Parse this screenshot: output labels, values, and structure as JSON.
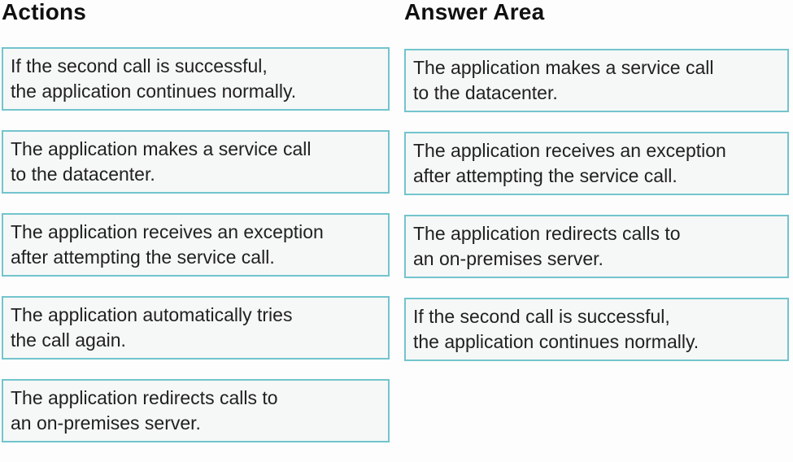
{
  "colors": {
    "box_border": "#73c4cd",
    "box_bg": "#f5f8f7",
    "text": "#212121",
    "heading": "#101010",
    "page_bg": "#fdfdfd"
  },
  "actions_column": {
    "title": "Actions",
    "items": [
      {
        "lines": [
          "If the second call is successful,",
          "the application continues normally."
        ]
      },
      {
        "lines": [
          "The application makes a service call",
          "to the datacenter."
        ]
      },
      {
        "lines": [
          "The application receives an exception",
          "after attempting the service call."
        ]
      },
      {
        "lines": [
          "The application automatically tries",
          "the call again."
        ]
      },
      {
        "lines": [
          "The application redirects calls to",
          "an on-premises server."
        ]
      }
    ]
  },
  "answer_column": {
    "title": "Answer Area",
    "items": [
      {
        "lines": [
          "The application makes a service call",
          "to the datacenter."
        ]
      },
      {
        "lines": [
          "The application receives an exception",
          "after attempting the service call."
        ]
      },
      {
        "lines": [
          "The application redirects calls to",
          "an on-premises server."
        ]
      },
      {
        "lines": [
          "If the second call is successful,",
          "the application continues normally."
        ]
      }
    ]
  }
}
